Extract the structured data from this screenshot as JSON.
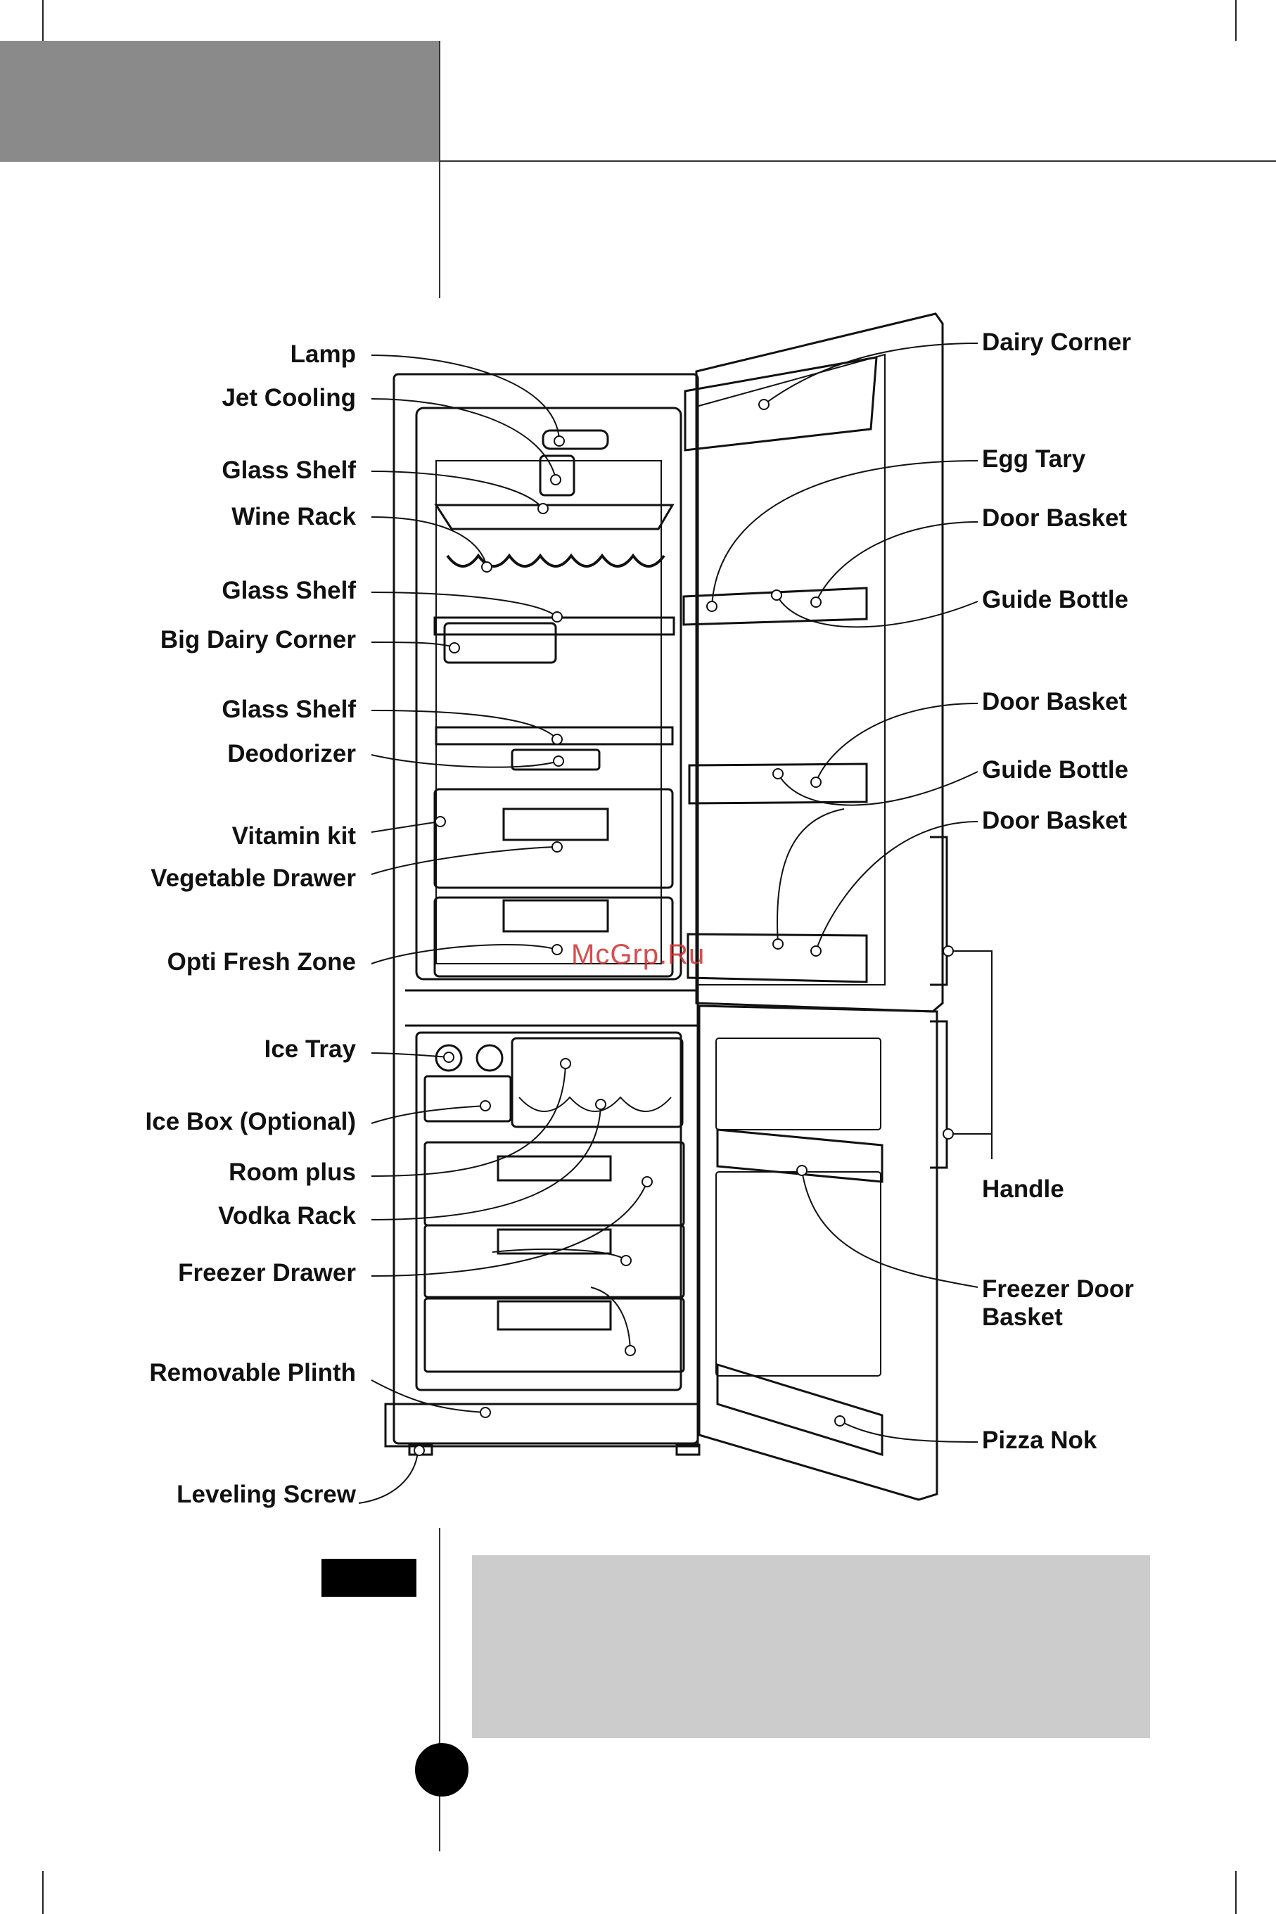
{
  "labels_left": [
    "Lamp",
    "Jet Cooling",
    "Glass Shelf",
    "Wine Rack",
    "Glass Shelf",
    "Big Dairy Corner",
    "Glass Shelf",
    "Deodorizer",
    "Vitamin kit",
    "Vegetable Drawer",
    "Opti Fresh Zone",
    "Ice Tray",
    "Ice Box (Optional)",
    "Room plus",
    "Vodka Rack",
    "Freezer Drawer",
    "Removable Plinth",
    "Leveling Screw"
  ],
  "labels_right": [
    "Dairy Corner",
    "Egg Tary",
    "Door Basket",
    "Guide Bottle",
    "Door Basket",
    "Guide Bottle",
    "Door Basket",
    "Handle",
    "Freezer Door",
    "Basket",
    "Pizza Nok"
  ],
  "watermark": "McGrp.Ru",
  "colors": {
    "header_gray": "#8a8a8a",
    "note_gray": "#cccccc",
    "line": "#111111",
    "watermark": "#d03030"
  }
}
